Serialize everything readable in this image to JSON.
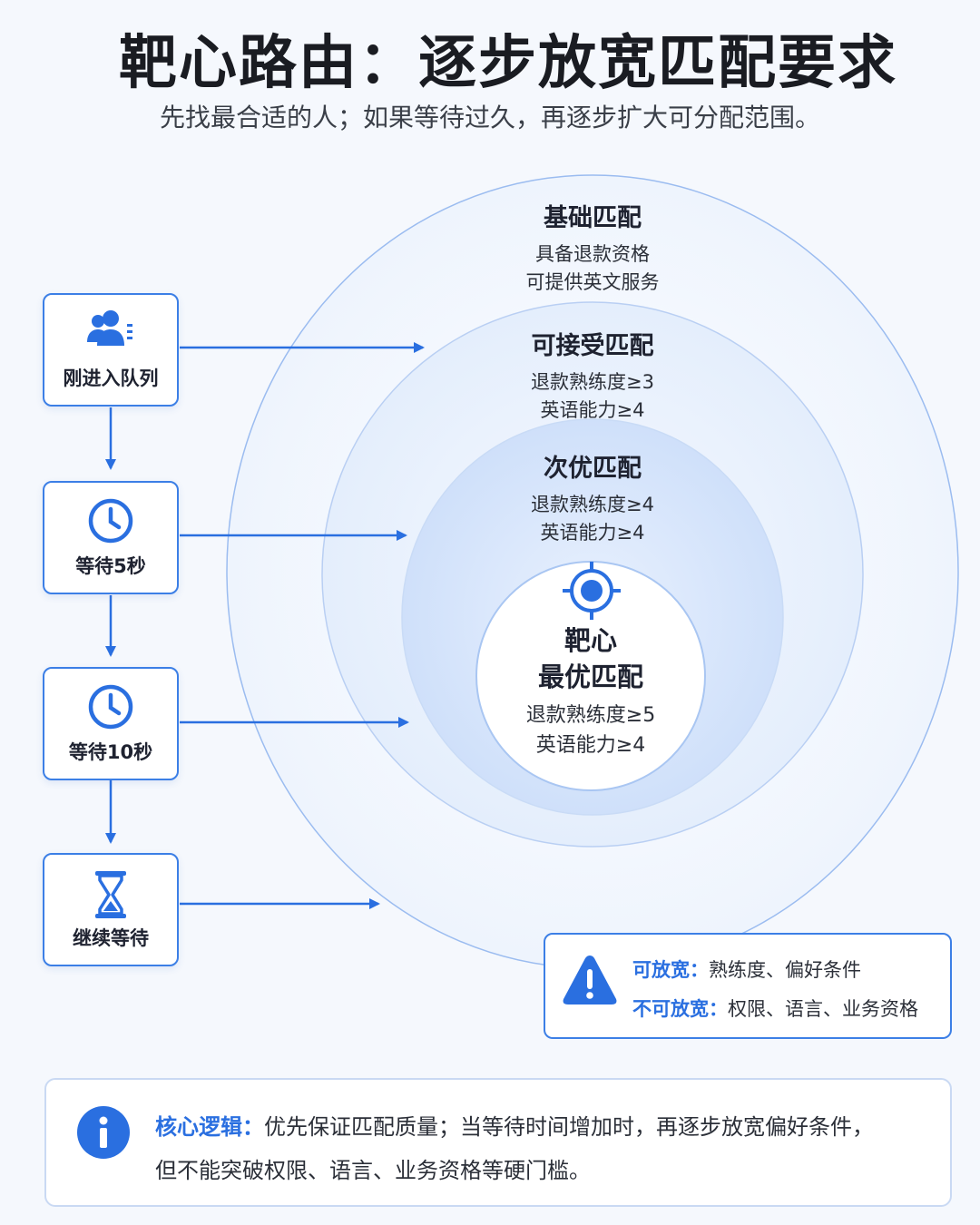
{
  "header": {
    "title": "靶心路由：逐步放宽匹配要求",
    "subtitle": "先找最合适的人；如果等待过久，再逐步扩大可分配范围。"
  },
  "rings": {
    "outer": {
      "title": "基础匹配",
      "line1": "具备退款资格",
      "line2": "可提供英文服务"
    },
    "acceptable": {
      "title": "可接受匹配",
      "line1": "退款熟练度≥3",
      "line2": "英语能力≥4"
    },
    "second": {
      "title": "次优匹配",
      "line1": "退款熟练度≥4",
      "line2": "英语能力≥4"
    },
    "center": {
      "title1": "靶心",
      "title2": "最优匹配",
      "line1": "退款熟练度≥5",
      "line2": "英语能力≥4"
    }
  },
  "steps": [
    {
      "label": "刚进入队列",
      "icon": "users-icon"
    },
    {
      "label": "等待5秒",
      "icon": "clock-icon"
    },
    {
      "label": "等待10秒",
      "icon": "clock-icon"
    },
    {
      "label": "继续等待",
      "icon": "hourglass-icon"
    }
  ],
  "warning": {
    "relax_key": "可放宽：",
    "relax_value": "熟练度、偏好条件",
    "strict_key": "不可放宽：",
    "strict_value": "权限、语言、业务资格"
  },
  "core": {
    "key": "核心逻辑：",
    "line1": "优先保证匹配质量；当等待时间增加时，再逐步放宽偏好条件，",
    "line2": "但不能突破权限、语言、业务资格等硬门槛。"
  },
  "colors": {
    "accent": "#2a6fe0",
    "ring_border": "#8fb5ee"
  }
}
